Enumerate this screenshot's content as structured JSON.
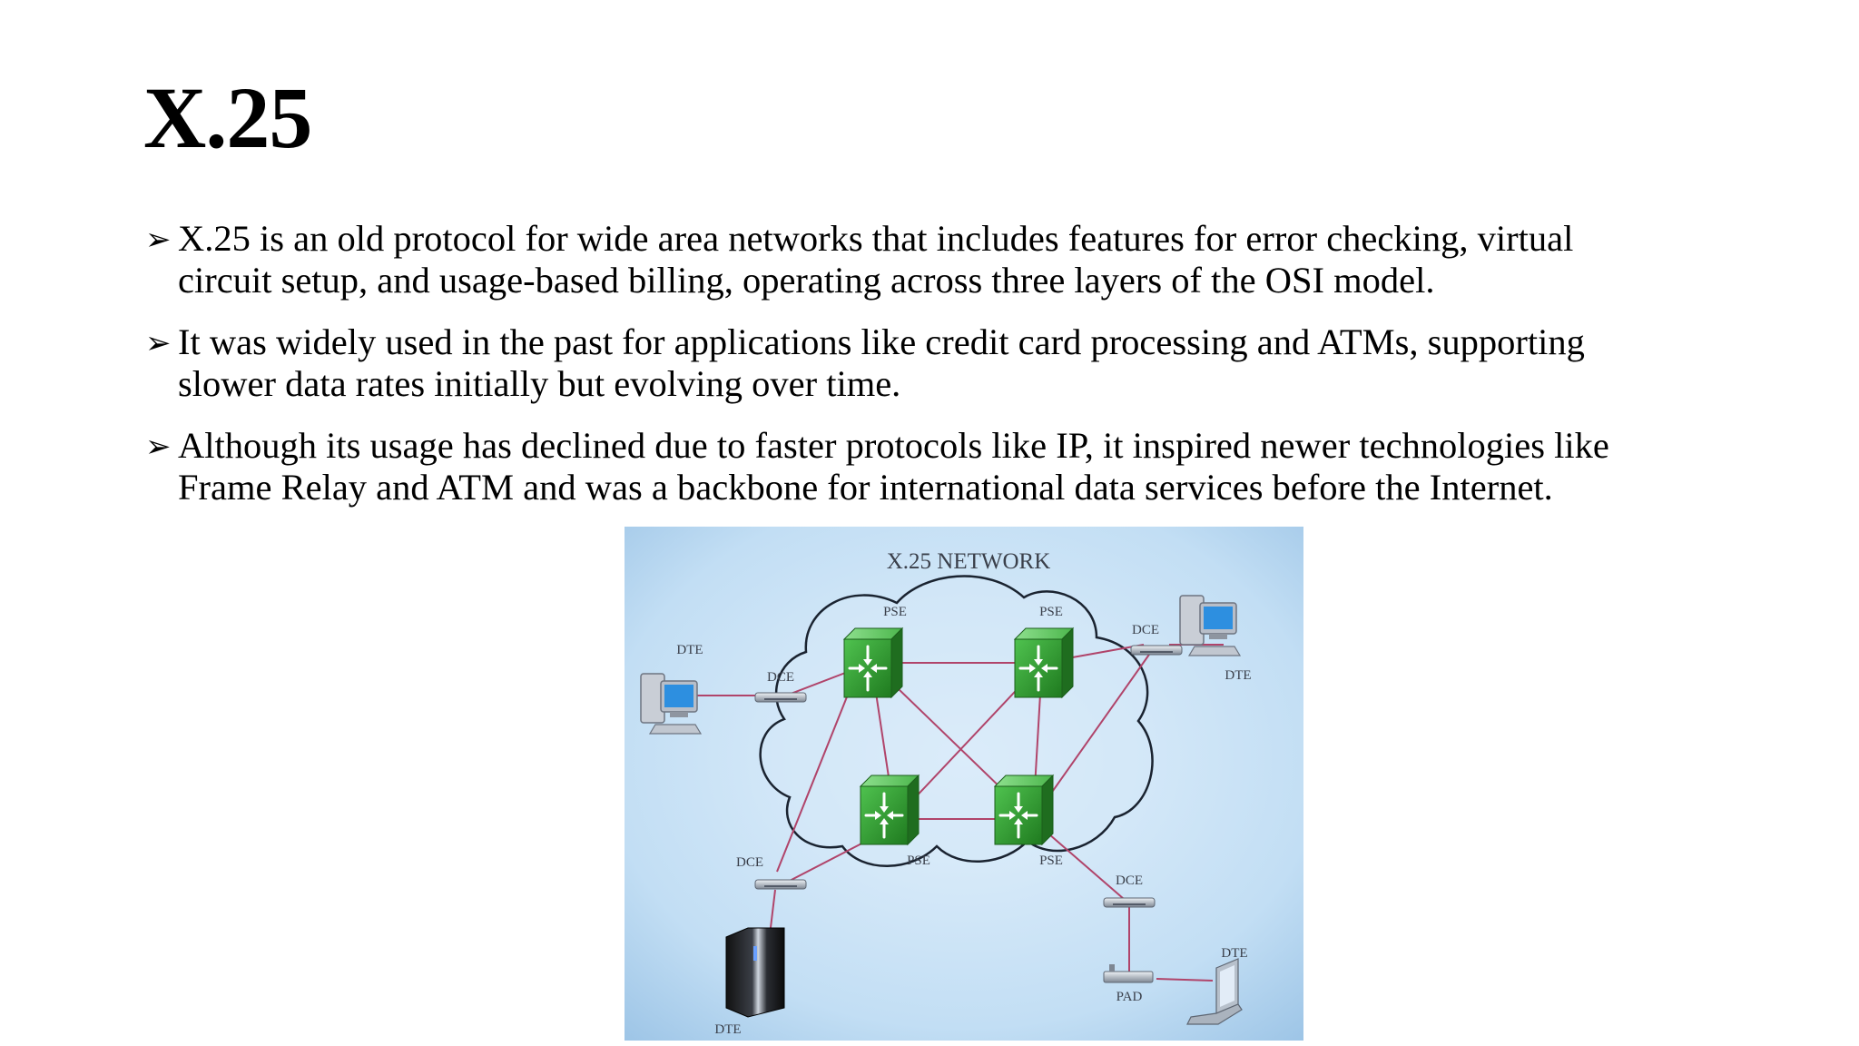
{
  "slide": {
    "title": "X.25",
    "bullets": [
      {
        "marker": "➢",
        "lines": [
          " X.25 is an old protocol for wide area networks that includes features for error checking, virtual",
          "circuit setup, and usage-based billing, operating across three layers of the OSI model."
        ]
      },
      {
        "marker": "➢",
        "lines": [
          " It was widely used in the past for applications like credit card processing and ATMs, supporting",
          "slower data rates initially but evolving over time."
        ]
      },
      {
        "marker": "➢",
        "lines": [
          " Although its usage has declined due to faster protocols like IP, it inspired newer technologies like",
          "Frame Relay and ATM and was a backbone for international data services before the Internet."
        ]
      }
    ]
  },
  "diagram": {
    "title": "X.25 NETWORK",
    "labels": {
      "pse": "PSE",
      "dce": "DCE",
      "dte": "DTE",
      "pad": "PAD"
    },
    "colors": {
      "background_light": "#dfeefb",
      "background_dark": "#a9cdeb",
      "cloud_outline": "#1a2330",
      "link": "#b0446a",
      "switch": "#2c9e2c",
      "switch_dark": "#1d6f1d"
    },
    "icons": [
      "desktop-computer-icon",
      "server-tower-icon",
      "laptop-icon",
      "packet-switch-icon",
      "modem-icon",
      "pad-device-icon"
    ]
  }
}
